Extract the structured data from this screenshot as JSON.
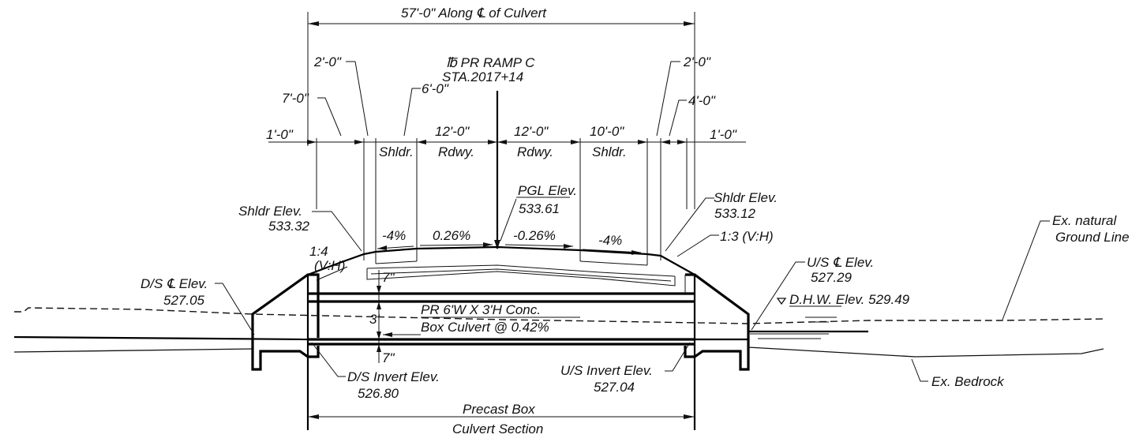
{
  "drawing": {
    "overall_dim": "57'-0\" Along ℄ of Culvert",
    "baseline_title": "℔ PR RAMP C",
    "station": "STA.2017+14",
    "dims": {
      "d1_left": "1'-0\"",
      "d7_left": "7'-0\"",
      "d2_left": "2'-0\"",
      "d6_left": "6'-0\"",
      "d12_left": "12'-0\"",
      "d12_right": "12'-0\"",
      "d10_right": "10'-0\"",
      "d2_right": "2'-0\"",
      "d4_right": "4'-0\"",
      "d1_right": "1'-0\""
    },
    "lanes": {
      "shldr_left": "Shldr.",
      "rdwy_left": "Rdwy.",
      "rdwy_right": "Rdwy.",
      "shldr_right": "Shldr."
    },
    "pgl_label": "PGL Elev.",
    "pgl_value": "533.61",
    "shldr_left_label": "Shldr Elev.",
    "shldr_left_value": "533.32",
    "shldr_right_label": "Shldr Elev.",
    "shldr_right_value": "533.12",
    "slope_left": "1:4",
    "slope_left_vh": "(V:H)",
    "slope_right": "1:3 (V:H)",
    "grades": {
      "g1": "-4%",
      "g2": "0.26%",
      "g3": "-0.26%",
      "g4": "-4%"
    },
    "top_slab": "7\"",
    "bottom_slab": "7\"",
    "rise": "3'",
    "culvert_line1": "PR 6'W X 3'H Conc.",
    "culvert_line2": "Box Culvert @ 0.42%",
    "ds_fe_label": "D/S ℄ Elev.",
    "ds_fe_value": "527.05",
    "us_fe_label": "U/S ℄ Elev.",
    "us_fe_value": "527.29",
    "dhw": "D.H.W. Elev. 529.49",
    "natural_ground_1": "Ex. natural",
    "natural_ground_2": "Ground Line",
    "ds_invert_label": "D/S Invert Elev.",
    "ds_invert_value": "526.80",
    "us_invert_label": "U/S Invert Elev.",
    "us_invert_value": "527.04",
    "bedrock": "Ex. Bedrock",
    "precast_1": "Precast Box",
    "precast_2": "Culvert Section"
  }
}
